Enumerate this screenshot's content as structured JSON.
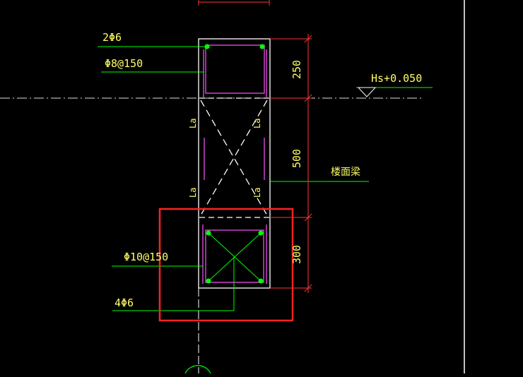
{
  "labels": {
    "top_rebar": "2Φ6",
    "top_stirrup": "Φ8@150",
    "bottom_stirrup": "Φ10@150",
    "bottom_rebar": "4Φ6",
    "elevation": "Hs+0.050",
    "floor_beam": "楼面梁",
    "la_1": "La",
    "la_2": "La",
    "la_3": "La",
    "la_4": "La"
  },
  "dimensions": {
    "upper": "250",
    "middle": "500",
    "lower": "300"
  },
  "colors": {
    "background": "#000000",
    "outline": "#ffffff",
    "leader": "#00ff00",
    "text": "#ffff66",
    "rebar": "#cc44cc",
    "highlight": "#ff2222",
    "dim": "#ff3333"
  }
}
